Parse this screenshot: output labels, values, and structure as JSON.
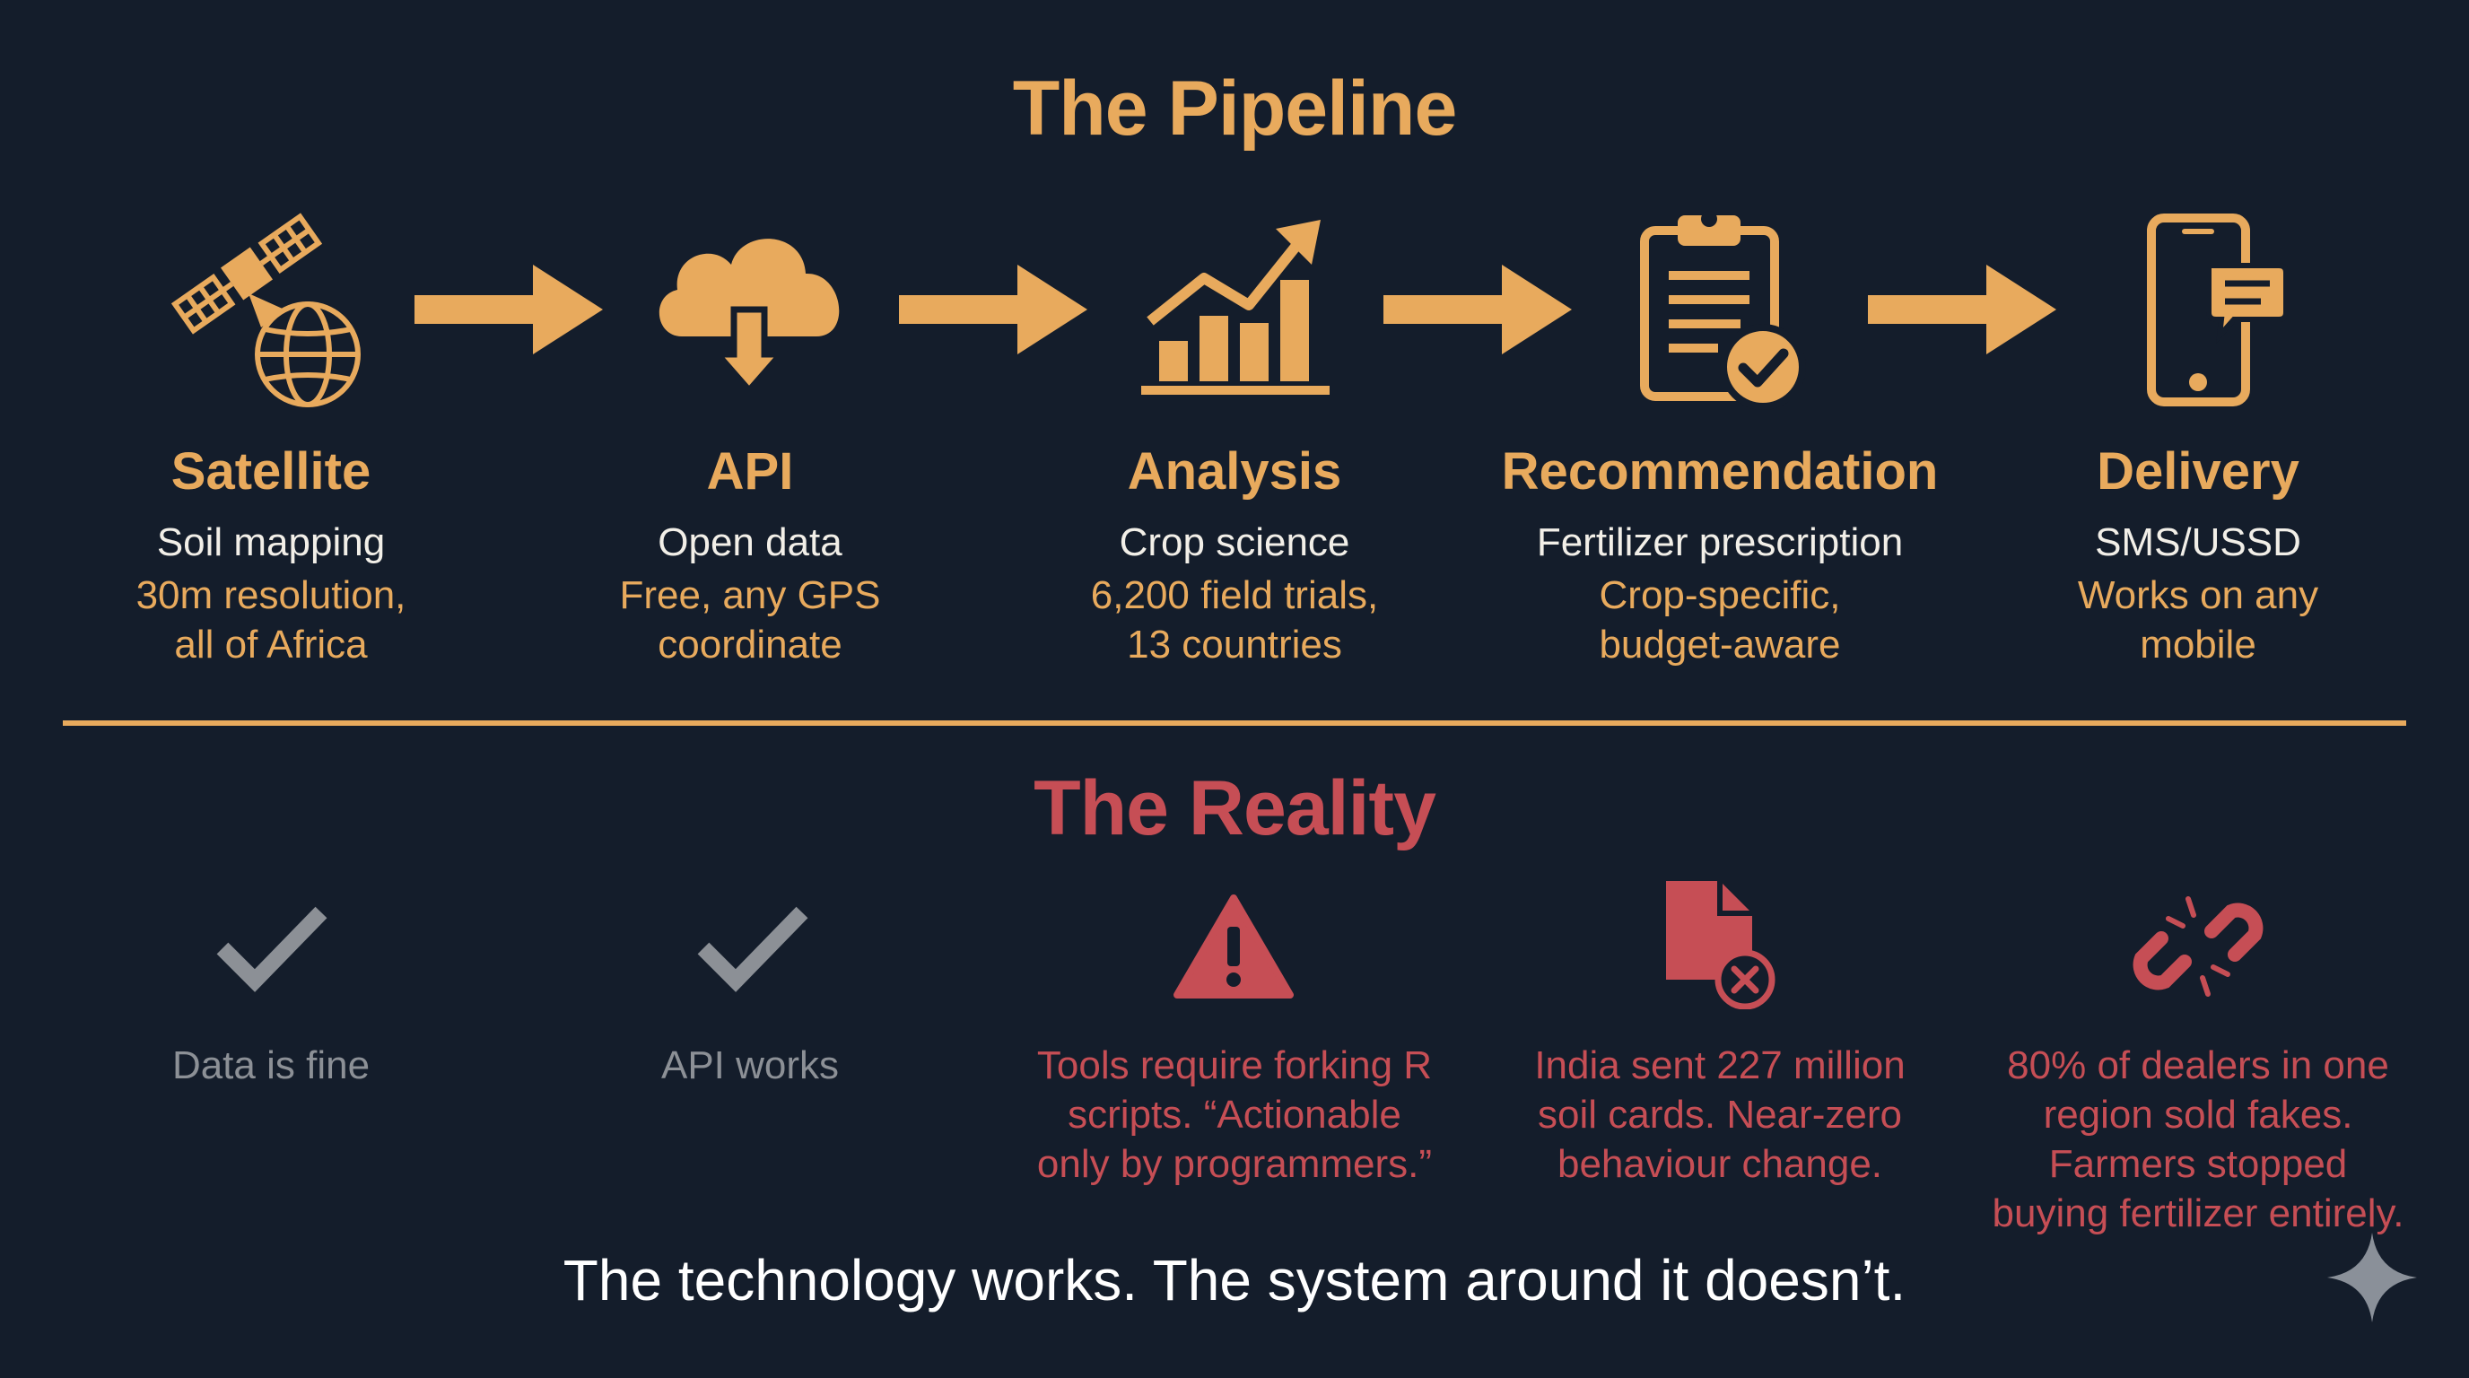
{
  "pipeline": {
    "title": "The Pipeline",
    "stages": [
      {
        "icon": "satellite-globe-icon",
        "label": "Satellite",
        "sub": "Soil mapping",
        "detail": "30m resolution,\nall of Africa"
      },
      {
        "icon": "cloud-download-icon",
        "label": "API",
        "sub": "Open data",
        "detail": "Free, any GPS\ncoordinate"
      },
      {
        "icon": "bar-chart-trend-icon",
        "label": "Analysis",
        "sub": "Crop science",
        "detail": "6,200 field trials,\n13 countries"
      },
      {
        "icon": "clipboard-check-icon",
        "label": "Recommendation",
        "sub": "Fertilizer prescription",
        "detail": "Crop-specific,\nbudget-aware"
      },
      {
        "icon": "phone-message-icon",
        "label": "Delivery",
        "sub": "SMS/USSD",
        "detail": "Works on any\nmobile"
      }
    ]
  },
  "reality": {
    "title": "The Reality",
    "items": [
      {
        "icon": "checkmark-icon",
        "status": "ok",
        "text": "Data is fine"
      },
      {
        "icon": "checkmark-icon",
        "status": "ok",
        "text": "API works"
      },
      {
        "icon": "warning-icon",
        "status": "bad",
        "text": "Tools require forking R\nscripts. “Actionable\nonly by programmers.”"
      },
      {
        "icon": "document-error-icon",
        "status": "bad",
        "text": "India sent 227 million\nsoil cards. Near-zero\nbehaviour change."
      },
      {
        "icon": "broken-link-icon",
        "status": "bad",
        "text": "80% of dealers in one\nregion sold fakes.\nFarmers stopped\nbuying fertilizer entirely."
      }
    ]
  },
  "footer": "The technology works. The system around it doesn’t.",
  "colors": {
    "background": "#141d2b",
    "accent": "#e8aa5d",
    "alert": "#c64e55",
    "muted": "#8c9096",
    "text": "#f2efe8"
  }
}
